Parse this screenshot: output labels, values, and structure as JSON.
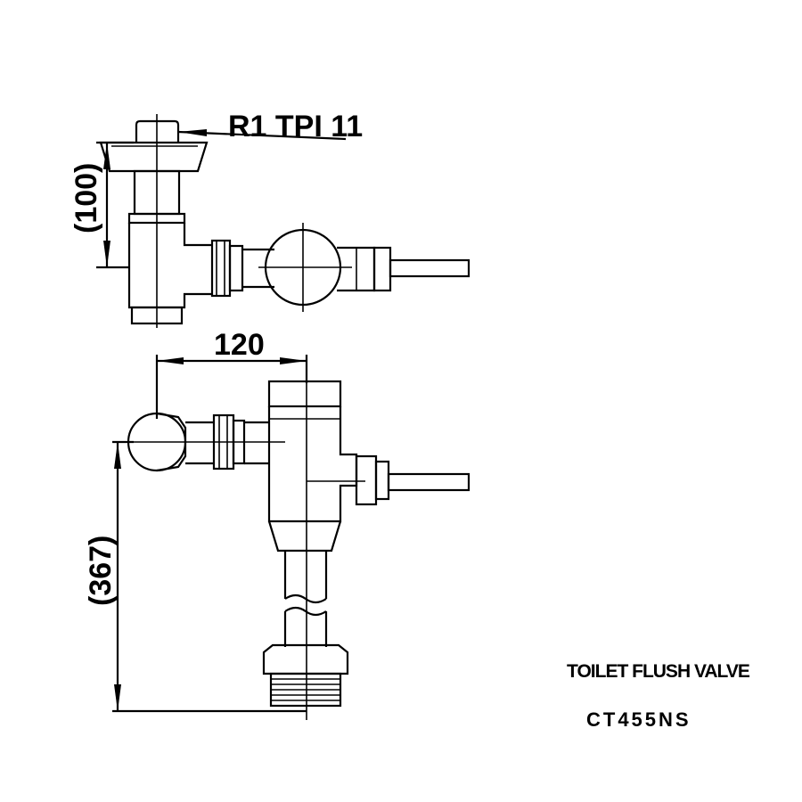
{
  "thread_label": "R1 TPI 11",
  "dim_top_height": "(100)",
  "dim_width": "120",
  "dim_total_height": "(367)",
  "product_name": "TOILET FLUSH VALVE",
  "model_code": "CT455NS"
}
